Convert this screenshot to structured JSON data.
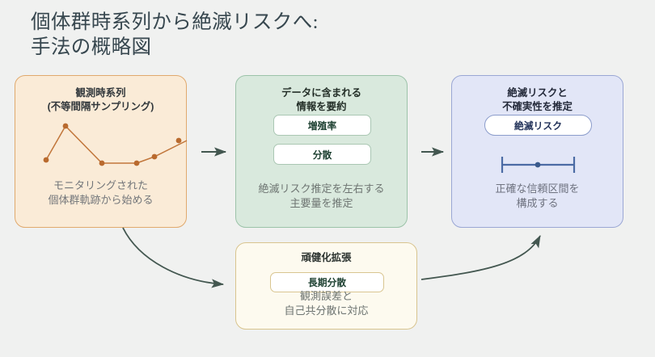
{
  "title": "個体群時系列から絶滅リスクへ:\n手法の概略図",
  "background_color": "#f0f1f0",
  "panels": {
    "observed": {
      "title": "観測時系列\n(不等間隔サンプリング)",
      "caption": "モニタリングされた\n個体群軌跡から始める",
      "fill_color": "#faebd7",
      "border_color": "#e0a96d",
      "sparkline_color": "#c1763b"
    },
    "summary": {
      "title": "データに含まれる\n情報を要約",
      "caption": "絶滅リスク推定を左右する\n主要量を推定",
      "fill_color": "#d9e9dd",
      "border_color": "#9cc3a9",
      "pills": [
        {
          "label": "増殖率"
        },
        {
          "label": "分散"
        }
      ]
    },
    "risk": {
      "title": "絶滅リスクと\n不確実性を推定",
      "caption": "正確な信頼区間を\n構成する",
      "fill_color": "#e2e6f7",
      "border_color": "#9aa7d4",
      "pills": [
        {
          "label": "絶滅リスク"
        }
      ],
      "errorbar_color": "#4b6ba5"
    },
    "robust": {
      "title": "頑健化拡張",
      "caption": "観測誤差と\n自己共分散に対応",
      "fill_color": "#fdfaef",
      "border_color": "#d8c48e",
      "pills": [
        {
          "label": "長期分散"
        }
      ]
    }
  },
  "connectors": {
    "color": "#435750",
    "items": [
      {
        "name": "observed-to-summary",
        "kind": "straight-arrow"
      },
      {
        "name": "summary-to-risk",
        "kind": "straight-arrow"
      },
      {
        "name": "observed-to-robust",
        "kind": "curved-arrow"
      },
      {
        "name": "robust-to-risk",
        "kind": "curved-arrow"
      }
    ]
  },
  "chart_data": {
    "type": "line",
    "title": "観測時系列 (不等間隔サンプリング)",
    "xlabel": "",
    "ylabel": "",
    "x": [
      0,
      1,
      3,
      5,
      6,
      8
    ],
    "y": [
      2.0,
      4.2,
      1.2,
      1.2,
      1.7,
      3.0
    ],
    "xlim": [
      -0.4,
      8.4
    ],
    "ylim": [
      0.6,
      4.7
    ],
    "grid": false,
    "legend": "none",
    "marker": "circle",
    "color": "#c1763b"
  }
}
